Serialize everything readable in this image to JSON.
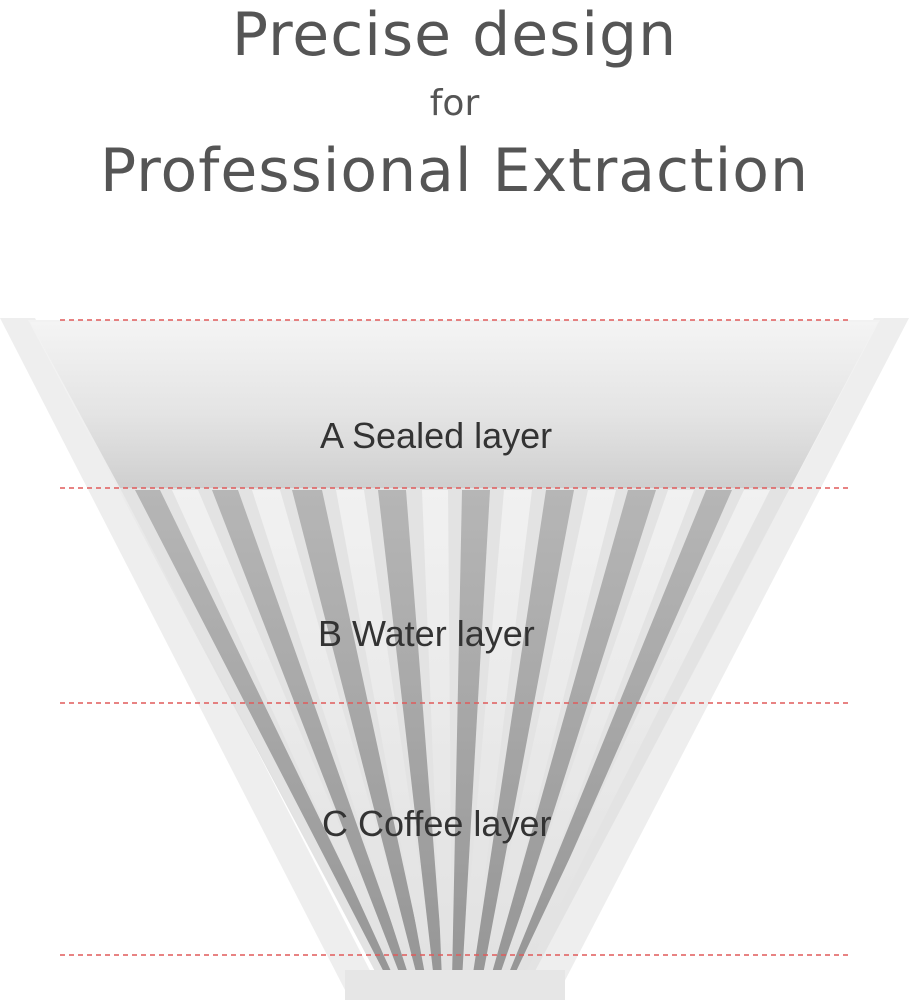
{
  "title": {
    "line1": "Precise design",
    "line2": "for",
    "line3": "Professional Extraction"
  },
  "layers": {
    "a": "A Sealed layer",
    "b": "B Water layer",
    "c": "C Coffee layer"
  },
  "colors": {
    "title_text": "#555555",
    "label_text": "#333333",
    "divider": "#e05a5a",
    "background": "#ffffff"
  }
}
